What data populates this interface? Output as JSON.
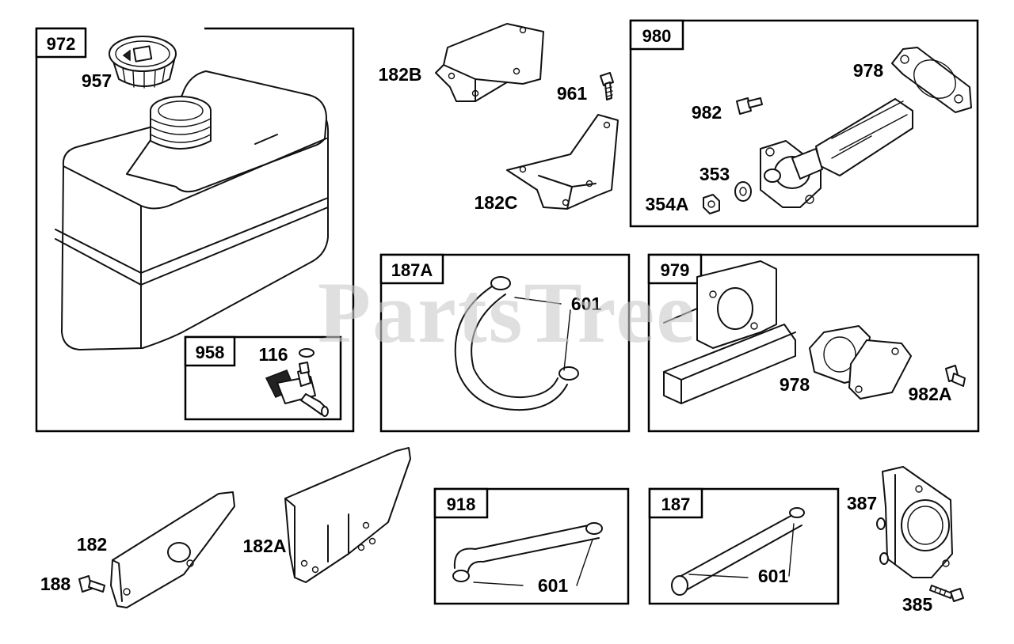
{
  "watermark": "PartsTree",
  "colors": {
    "ink": "#111111",
    "watermark": "#c9c9c9",
    "background": "#ffffff"
  },
  "boxes": [
    {
      "id": "972",
      "label": "972"
    },
    {
      "id": "958",
      "label": "958"
    },
    {
      "id": "980",
      "label": "980"
    },
    {
      "id": "187A",
      "label": "187A"
    },
    {
      "id": "979",
      "label": "979"
    },
    {
      "id": "918",
      "label": "918"
    },
    {
      "id": "187",
      "label": "187"
    }
  ],
  "callouts": {
    "c957": "957",
    "c116": "116",
    "c182B": "182B",
    "c961": "961",
    "c182C": "182C",
    "c978a": "978",
    "c982": "982",
    "c353": "353",
    "c354A": "354A",
    "c601a": "601",
    "c978b": "978",
    "c982A": "982A",
    "c182": "182",
    "c188": "188",
    "c182A": "182A",
    "c601b": "601",
    "c601c": "601",
    "c387": "387",
    "c385": "385"
  }
}
